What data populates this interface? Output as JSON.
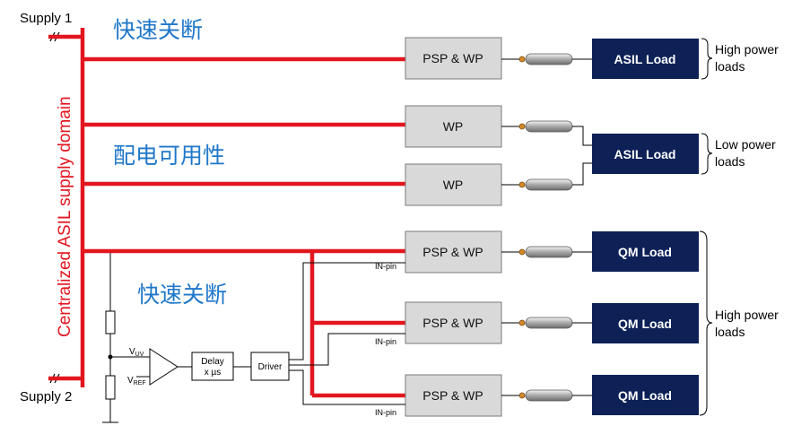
{
  "supply1": "Supply 1",
  "supply2": "Supply 2",
  "domain_label": "Centralized ASIL supply domain",
  "annotations": [
    "快速关断",
    "配电可用性",
    "快速关断"
  ],
  "switches": [
    "PSP & WP",
    "WP",
    "WP",
    "PSP & WP",
    "PSP & WP",
    "PSP & WP"
  ],
  "in_pin": "IN-pin",
  "loads": [
    "ASIL Load",
    "ASIL Load",
    "QM Load",
    "QM Load",
    "QM Load"
  ],
  "side_labels": [
    {
      "l1": "High power",
      "l2": "loads"
    },
    {
      "l1": "Low power",
      "l2": "loads"
    },
    {
      "l1": "High power",
      "l2": "loads"
    }
  ],
  "control": {
    "vuv": "V",
    "vuv_sub": "UV",
    "vref": "V",
    "vref_sub": "REF",
    "delay_l1": "Delay",
    "delay_l2": "x µs",
    "driver": "Driver"
  },
  "colors": {
    "power_line": "#e2161f",
    "switch_fill": "#d9d9d9",
    "load_fill": "#0d2157",
    "annotation": "#1f77c9"
  }
}
